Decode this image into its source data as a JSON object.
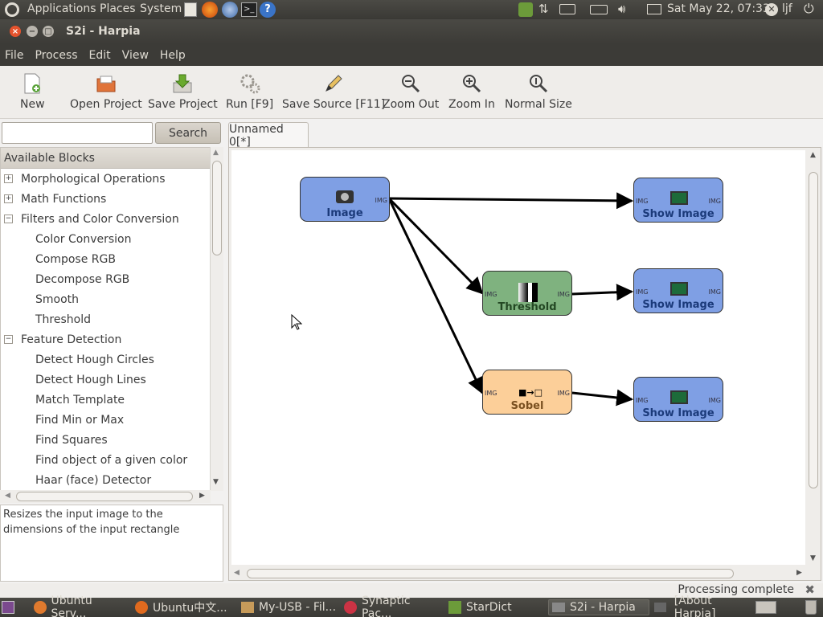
{
  "top_panel": {
    "menus": [
      "Applications",
      "Places",
      "System"
    ],
    "clock": "Sat May 22, 07:33",
    "user": "ljf"
  },
  "window": {
    "title": "S2i - Harpia"
  },
  "menubar": [
    "File",
    "Process",
    "Edit",
    "View",
    "Help"
  ],
  "toolbar": [
    {
      "label": "New",
      "icon": "new-icon"
    },
    {
      "label": "Open Project",
      "icon": "open-folder-icon"
    },
    {
      "label": "Save Project",
      "icon": "save-icon"
    },
    {
      "label": "Run [F9]",
      "icon": "run-gears-icon"
    },
    {
      "label": "Save Source [F11]",
      "icon": "pencil-icon"
    },
    {
      "label": "Zoom Out",
      "icon": "zoom-out-icon"
    },
    {
      "label": "Zoom In",
      "icon": "zoom-in-icon"
    },
    {
      "label": "Normal Size",
      "icon": "zoom-normal-icon"
    }
  ],
  "search": {
    "value": "",
    "button": "Search"
  },
  "tree": {
    "header": "Available Blocks",
    "rows": [
      {
        "label": "Morphological Operations",
        "expander": "+"
      },
      {
        "label": "Math Functions",
        "expander": "+"
      },
      {
        "label": "Filters and Color Conversion",
        "expander": "−"
      },
      {
        "label": "Color Conversion"
      },
      {
        "label": "Compose RGB"
      },
      {
        "label": "Decompose RGB"
      },
      {
        "label": "Smooth"
      },
      {
        "label": "Threshold"
      },
      {
        "label": "Feature Detection",
        "expander": "−"
      },
      {
        "label": "Detect Hough Circles"
      },
      {
        "label": "Detect Hough Lines"
      },
      {
        "label": "Match Template"
      },
      {
        "label": "Find Min or Max"
      },
      {
        "label": "Find Squares"
      },
      {
        "label": "Find object of a given color"
      },
      {
        "label": "Haar (face) Detector"
      }
    ]
  },
  "description": "Resizes the input image to the dimensions of the input rectangle",
  "tab": {
    "label": "Unnamed 0[*]"
  },
  "blocks": {
    "image": "Image",
    "threshold": "Threshold",
    "sobel": "Sobel",
    "show1": "Show Image",
    "show2": "Show Image",
    "show3": "Show Image",
    "port": "IMG"
  },
  "status": "Processing complete",
  "taskbar": [
    {
      "label": "Ubuntu Serv..."
    },
    {
      "label": "Ubuntu中文..."
    },
    {
      "label": "My-USB - Fil..."
    },
    {
      "label": "Synaptic Pac..."
    },
    {
      "label": "StarDict"
    },
    {
      "label": "S2i - Harpia",
      "active": true
    },
    {
      "label": "[About Harpia]"
    }
  ],
  "colors": {
    "panel": "#3c3b37",
    "block_blue": "#7f9fe4",
    "block_green": "#7fb27f",
    "block_orange": "#fccf99"
  }
}
